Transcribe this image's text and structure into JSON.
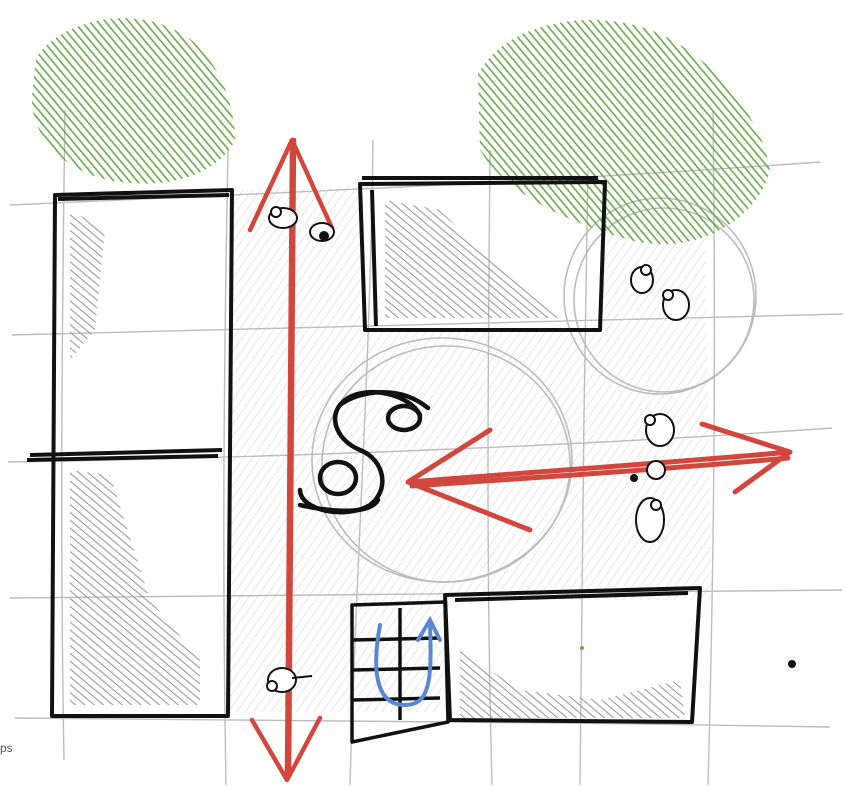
{
  "sketch": {
    "edge_text": "ps",
    "colors": {
      "ink": "#111111",
      "gridline": "#bdbdbd",
      "hatch": "#c9c9c9",
      "shadow": "#8e8e8e",
      "tree": "#6aaa4a",
      "arrow": "#d2473d",
      "stair_arrow": "#5b86d4"
    },
    "elements": {
      "trees": [
        "tree-canopy-icon",
        "tree-canopy-icon"
      ],
      "buildings": [
        "building-block",
        "building-block",
        "building-block",
        "building-block"
      ],
      "people_groups": 4,
      "circulation_arrows": [
        "vertical-arrow-icon",
        "horizontal-arrow-icon"
      ],
      "sculpture": "s-sculpture-icon",
      "stair": "stair-icon"
    }
  }
}
